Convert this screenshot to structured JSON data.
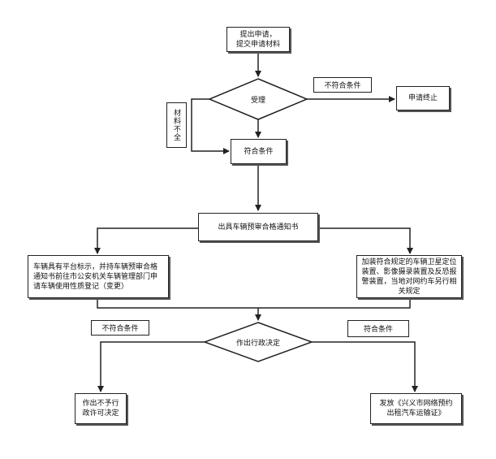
{
  "nodes": {
    "start": "提出申请，\n提交申请材料",
    "accept": "受理",
    "terminate": "申请终止",
    "qualified_box": "符合条件",
    "notice": "出具车辆预审合格通知书",
    "left_step": "车辆具有平台标示，并持车辆预审合格通知书前往市公安机关车辆管理部门申请车辆使用性质登记（变更）",
    "right_step": "加装符合规定的车辆卫星定位装置、影像摄录装置及反恐报警装置，当地对网约车另行相关规定",
    "decision": "作出行政决定",
    "deny": "作出不予行政许可决定",
    "issue": "发放《兴义市网络预约出租汽车运输证》"
  },
  "labels": {
    "not_qualified_top": "不符合条件",
    "materials_incomplete": "材料不全",
    "not_qualified_left": "不符合条件",
    "qualified_right": "符合条件"
  },
  "colors": {
    "line": "#222222",
    "fill": "#ffffff"
  }
}
